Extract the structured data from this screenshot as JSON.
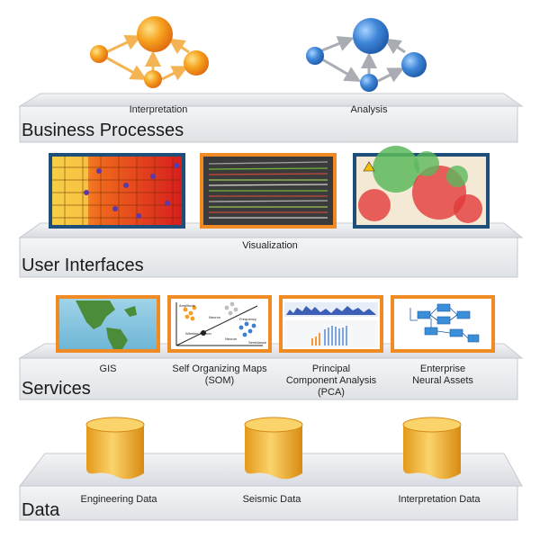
{
  "layers": {
    "business": {
      "title": "Business Processes",
      "items": [
        "Interpretation",
        "Analysis"
      ]
    },
    "ui": {
      "title": "User Interfaces",
      "items": [
        "Visualization"
      ]
    },
    "services": {
      "title": "Services",
      "items": [
        "GIS",
        "Self Organizing Maps\n(SOM)",
        "Principal\nComponent Analysis\n(PCA)",
        "Enterprise\nNeural Assets"
      ]
    },
    "data": {
      "title": "Data",
      "items": [
        "Engineering Data",
        "Seismic Data",
        "Interpretation Data"
      ]
    }
  },
  "som_labels": [
    "Amplitude",
    "Frequency",
    "Winning Neuron",
    "Neuron",
    "Neuron",
    "Semblance"
  ],
  "colors": {
    "slab_top": "#e8eaed",
    "slab_front": "#ebedf0",
    "orange_frame": "#f08a24",
    "blue_frame": "#1d4f7a",
    "orange_node": "#f5a020",
    "blue_node": "#3a7fd0",
    "cylinder": "#f2b531"
  }
}
